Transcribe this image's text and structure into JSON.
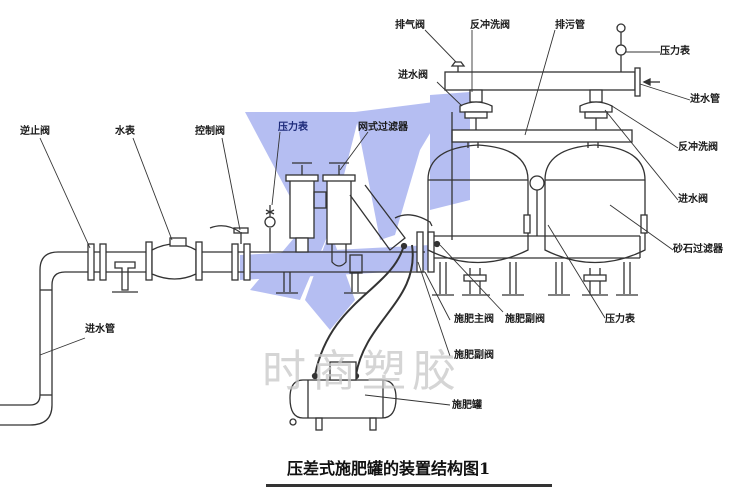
{
  "title": "压差式施肥罐的装置结构图1",
  "watermark": "时商塑胶",
  "colors": {
    "line": "#333333",
    "logo_blue": "#a9b3f0",
    "watermark": "#c8c8c8"
  },
  "labels": {
    "check_valve": "逆止阀",
    "water_meter": "水表",
    "control_valve": "控制阀",
    "pressure_gauge_mid": "压力表",
    "mesh_filter": "网式过滤器",
    "air_valve": "排气阀",
    "backwash_valve_top": "反冲洗阀",
    "drain_pipe": "排污管",
    "pressure_gauge_top": "压力表",
    "inlet_valve_top": "进水阀",
    "inlet_pipe_right": "进水管",
    "backwash_valve_right": "反冲洗阀",
    "inlet_valve_right": "进水阀",
    "sand_filter": "砂石过滤器",
    "inlet_pipe_left": "进水管",
    "fert_main_valve": "施肥主阀",
    "fert_sub_valve_1": "施肥副阀",
    "fert_sub_valve_2": "施肥副阀",
    "pressure_gauge_bottom": "压力表",
    "fert_tank": "施肥罐"
  }
}
